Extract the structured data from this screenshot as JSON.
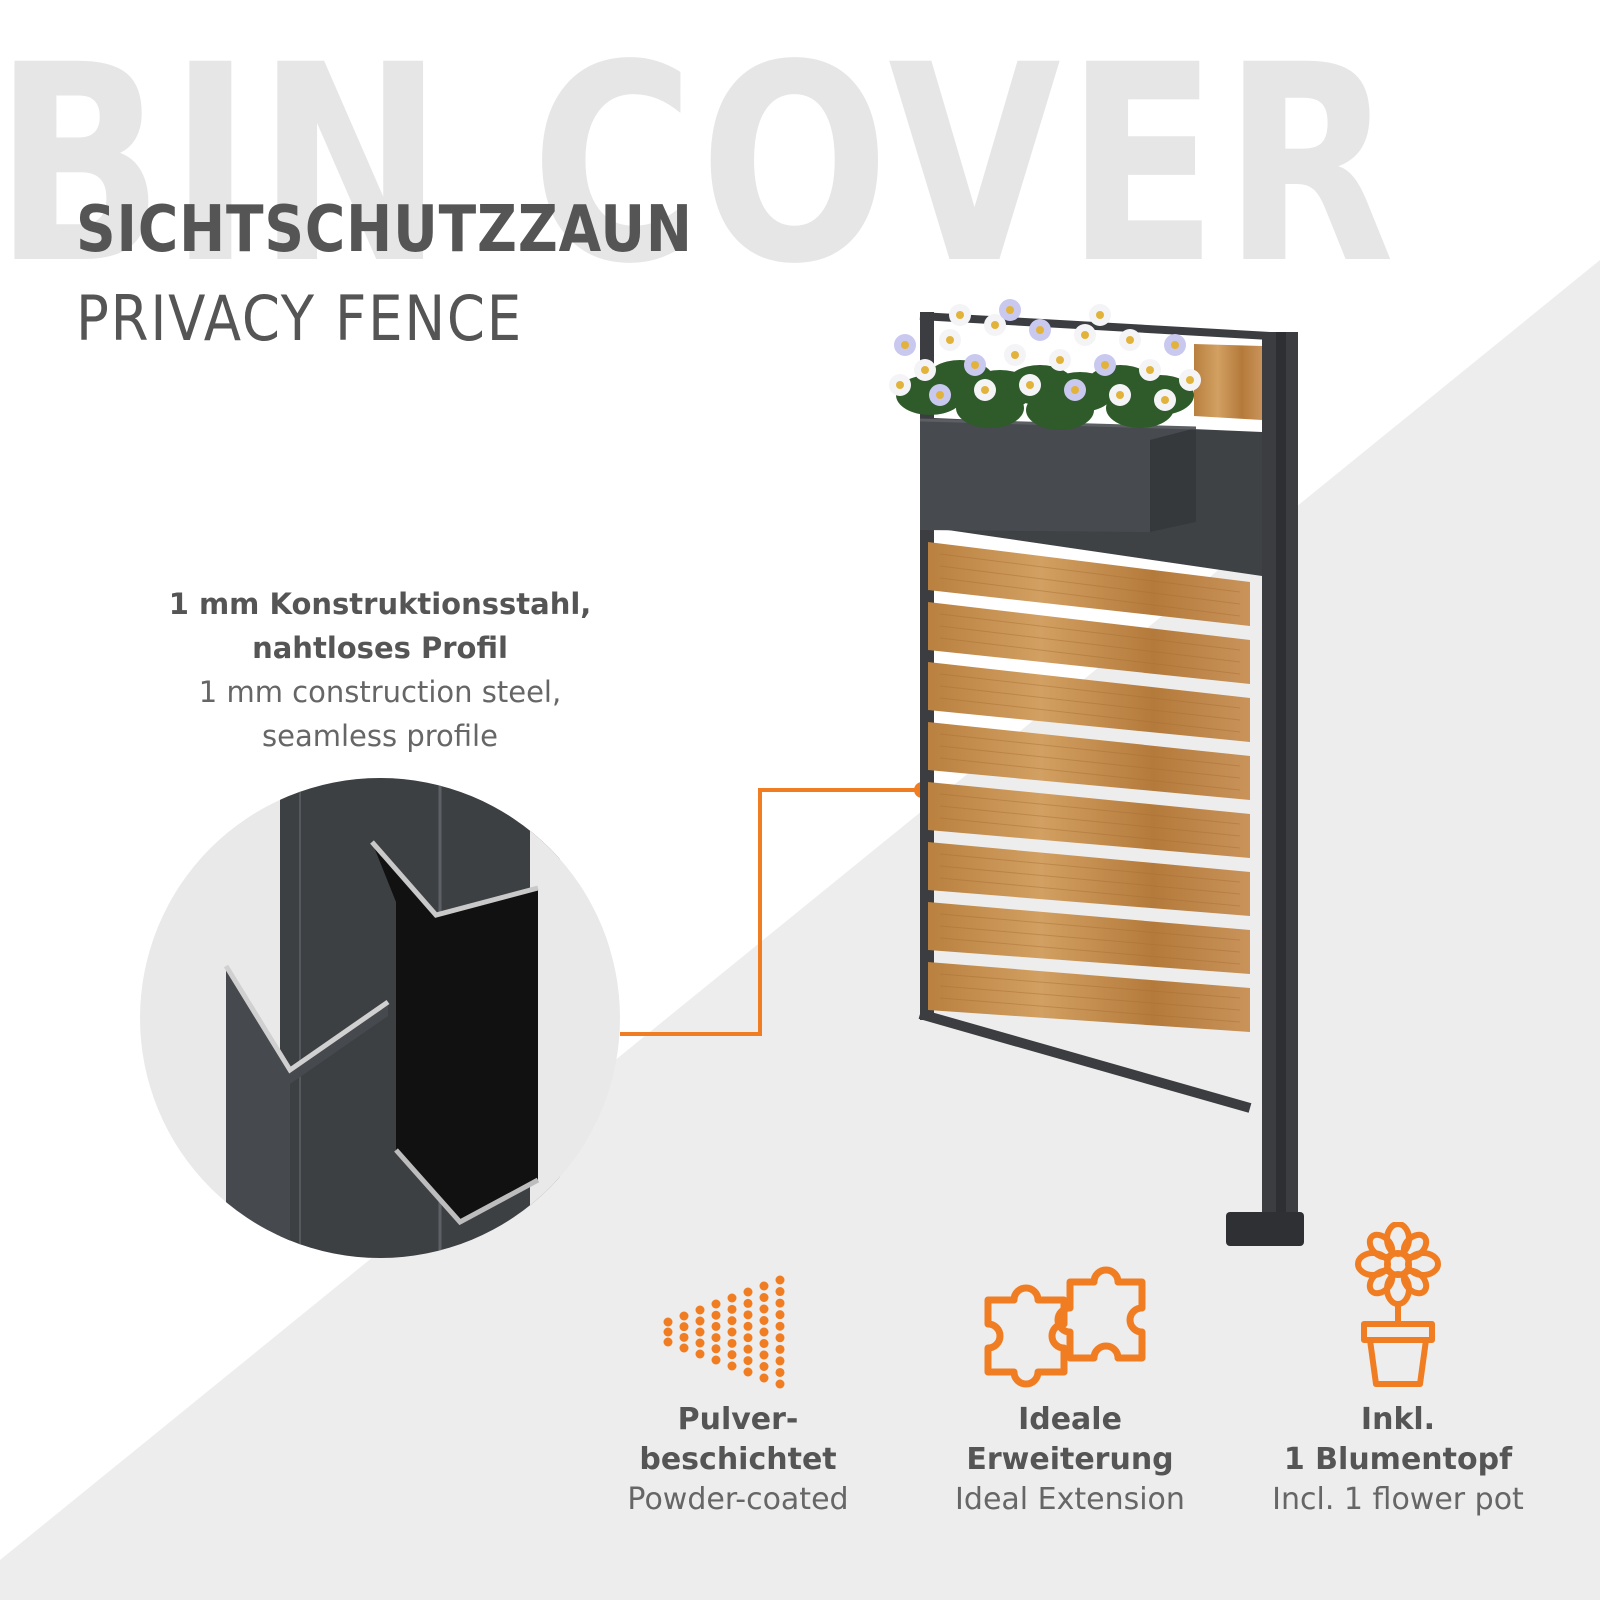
{
  "background_word": "BIN COVER",
  "title": {
    "de": "SICHTSCHUTZZAUN",
    "en": "PRIVACY FENCE"
  },
  "detail": {
    "de_line1": "1 mm Konstruktionsstahl,",
    "de_line2": "nahtloses Profil",
    "en_line1": "1 mm construction steel,",
    "en_line2": "seamless profile"
  },
  "features": [
    {
      "icon": "spray-icon",
      "de_line1": "Pulver-",
      "de_line2": "beschichtet",
      "en": "Powder-coated"
    },
    {
      "icon": "puzzle-icon",
      "de_line1": "Ideale",
      "de_line2": "Erweiterung",
      "en": "Ideal Extension"
    },
    {
      "icon": "flower-pot-icon",
      "de_line1": "Inkl.",
      "de_line2": "1 Blumentopf",
      "en": "Incl. 1 flower pot"
    }
  ],
  "colors": {
    "accent": "#f07d22",
    "frame": "#3b3d40",
    "wood": "#c08c4a",
    "text": "#555555"
  }
}
